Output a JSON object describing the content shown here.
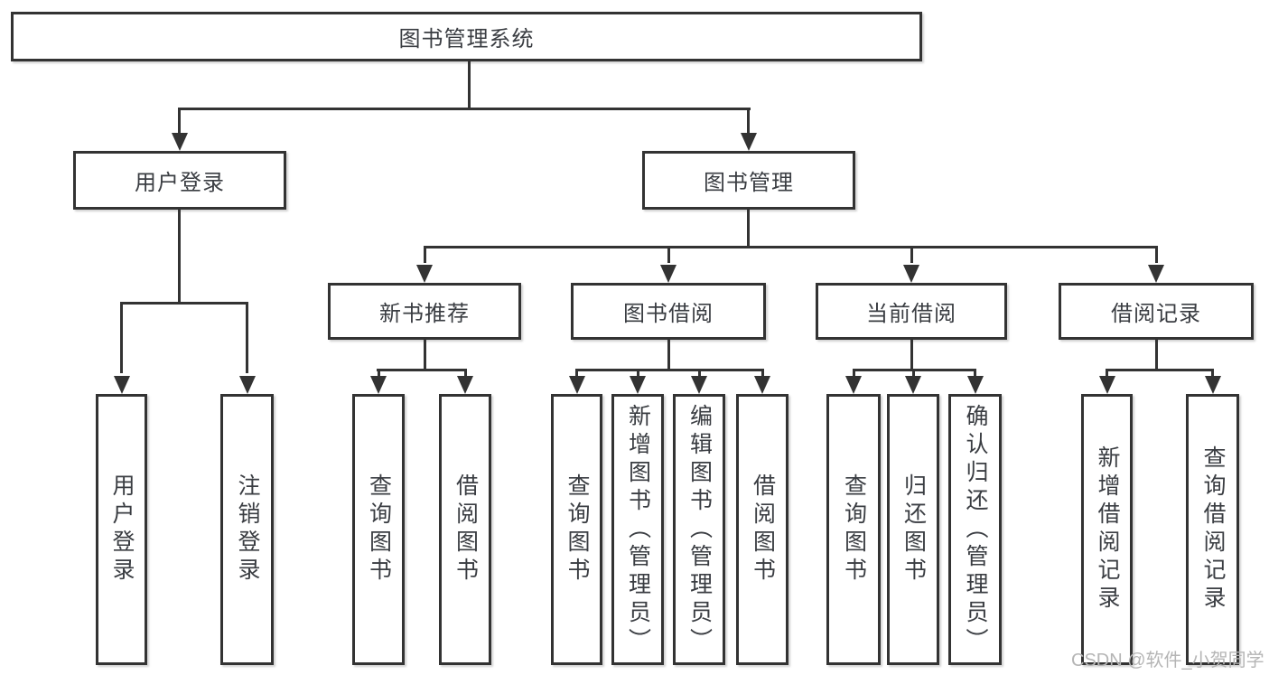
{
  "colors": {
    "line": "#333333",
    "text": "#3a3d42",
    "box_background": "#ffffff",
    "watermark": "#b5b5b5"
  },
  "tree": {
    "label": "图书管理系统",
    "children": [
      {
        "label": "用户登录",
        "children": [
          {
            "label": "用户登录"
          },
          {
            "label": "注销登录"
          }
        ]
      },
      {
        "label": "图书管理",
        "children": [
          {
            "label": "新书推荐",
            "children": [
              {
                "label": "查询图书"
              },
              {
                "label": "借阅图书"
              }
            ]
          },
          {
            "label": "图书借阅",
            "children": [
              {
                "label": "查询图书"
              },
              {
                "label": "新增图书（管理员）"
              },
              {
                "label": "编辑图书（管理员）"
              },
              {
                "label": "借阅图书"
              }
            ]
          },
          {
            "label": "当前借阅",
            "children": [
              {
                "label": "查询图书"
              },
              {
                "label": "归还图书"
              },
              {
                "label": "确认归还（管理员）"
              }
            ]
          },
          {
            "label": "借阅记录",
            "children": [
              {
                "label": "新增借阅记录"
              },
              {
                "label": "查询借阅记录"
              }
            ]
          }
        ]
      }
    ]
  },
  "watermark": {
    "text": "CSDN @软件_小贺同学"
  }
}
